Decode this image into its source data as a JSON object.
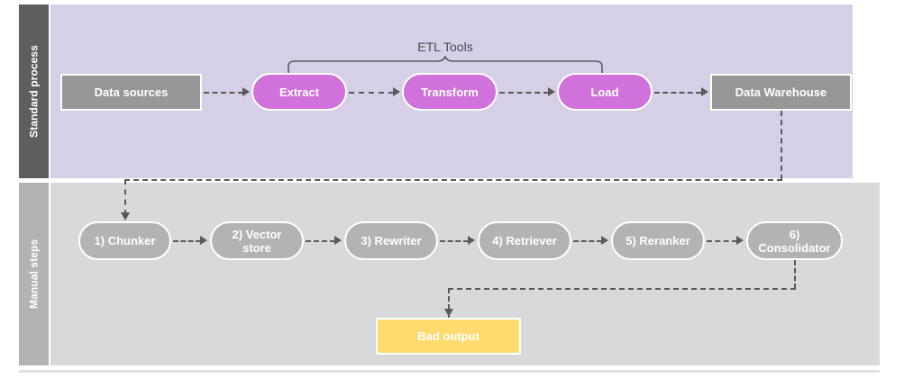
{
  "diagram": {
    "lanes": [
      {
        "id": "standard-process",
        "label": "Standard process",
        "band_color": "#D6CFE8",
        "label_color": "#5E5E5E"
      },
      {
        "id": "manual-steps",
        "label": "Manual steps",
        "band_color": "#D9D9D9",
        "label_color": "#B3B3B3"
      }
    ],
    "group_bracket": {
      "label": "ETL Tools",
      "covers": [
        "Extract",
        "Transform",
        "Load"
      ]
    },
    "standard_nodes": [
      {
        "id": "data-sources",
        "label": "Data sources",
        "shape": "rect",
        "color": "#979797"
      },
      {
        "id": "extract",
        "label": "Extract",
        "shape": "pill",
        "color": "#D171DB"
      },
      {
        "id": "transform",
        "label": "Transform",
        "shape": "pill",
        "color": "#D171DB"
      },
      {
        "id": "load",
        "label": "Load",
        "shape": "pill",
        "color": "#D171DB"
      },
      {
        "id": "data-warehouse",
        "label": "Data Warehouse",
        "shape": "rect",
        "color": "#979797"
      }
    ],
    "manual_nodes": [
      {
        "id": "step-1-chunker",
        "label": "1) Chunker",
        "shape": "pill",
        "color": "#B3B3B3"
      },
      {
        "id": "step-2-vector-store",
        "label": "2) Vector store",
        "shape": "pill",
        "color": "#B3B3B3"
      },
      {
        "id": "step-3-rewriter",
        "label": "3) Rewriter",
        "shape": "pill",
        "color": "#B3B3B3"
      },
      {
        "id": "step-4-retriever",
        "label": "4) Retriever",
        "shape": "pill",
        "color": "#B3B3B3"
      },
      {
        "id": "step-5-reranker",
        "label": "5) Reranker",
        "shape": "pill",
        "color": "#B3B3B3"
      },
      {
        "id": "step-6-consolidator",
        "label": "6) Consolidator",
        "shape": "pill",
        "color": "#B3B3B3"
      }
    ],
    "output_node": {
      "id": "bad-output",
      "label": "Bad output",
      "shape": "rect",
      "color": "#FDDB6E"
    },
    "colors": {
      "connector": "#5A5A5A",
      "node_text": "#FFFFFF",
      "bracket_text": "#4A4A4A",
      "page_background": "#FFFFFF"
    }
  }
}
